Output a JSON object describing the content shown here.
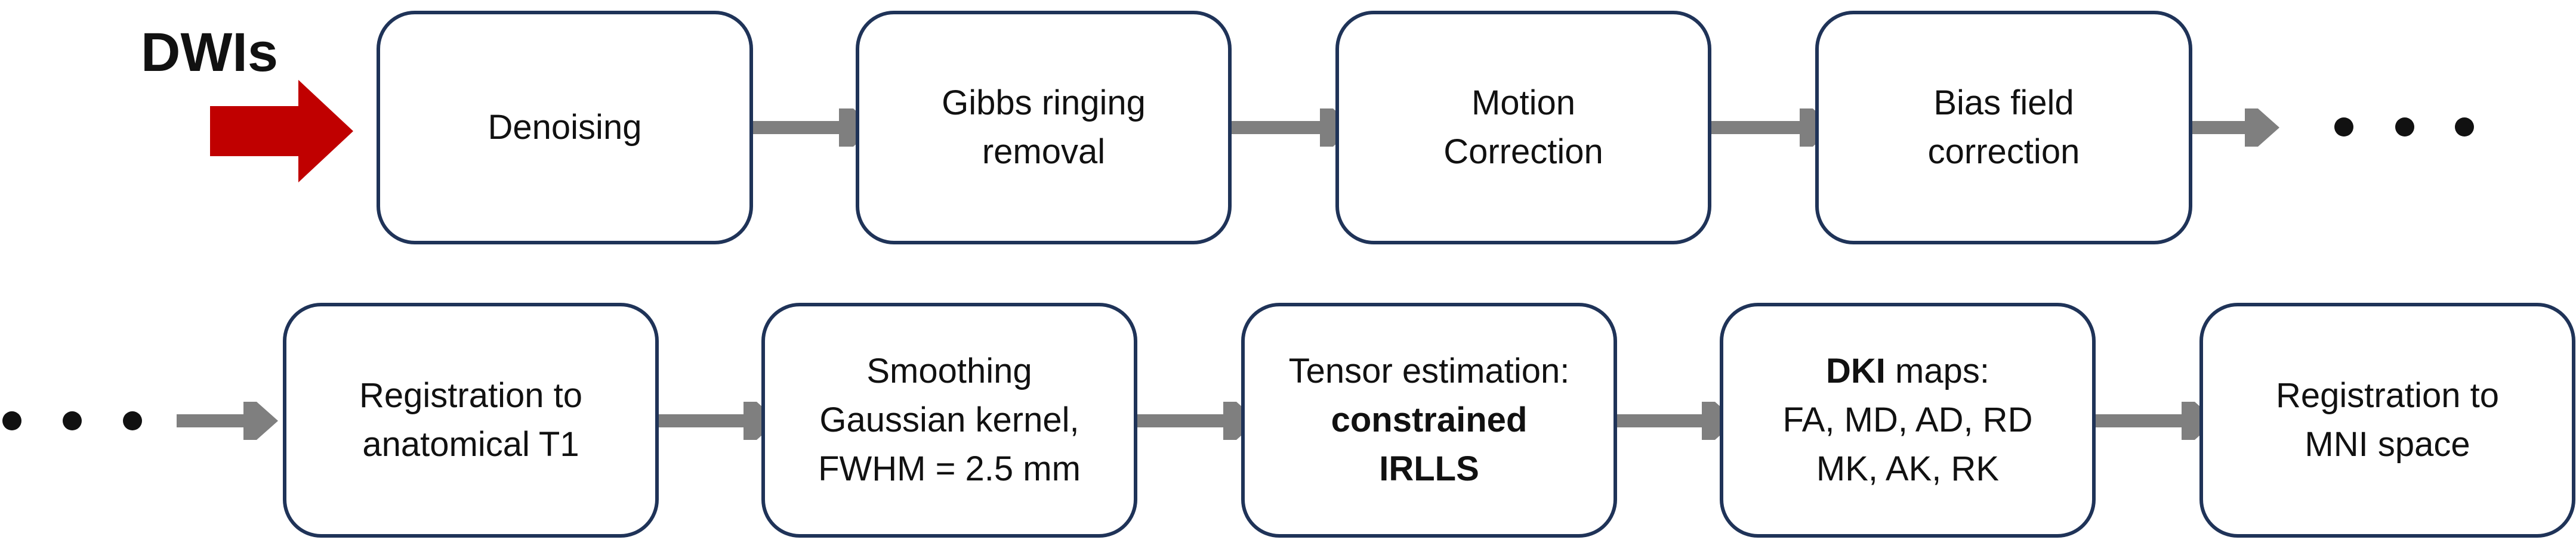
{
  "title": "DWIs",
  "colors": {
    "box_border": "#1f3358",
    "arrow": "#7f7f7f",
    "input_arrow": "#c00000",
    "dots": "#111111"
  },
  "row1": {
    "denoising": {
      "lines": [
        "Denoising"
      ]
    },
    "gibbs": {
      "lines": [
        "Gibbs ringing",
        "removal"
      ]
    },
    "motion": {
      "lines": [
        "Motion",
        "Correction"
      ]
    },
    "bias": {
      "lines": [
        "Bias field",
        "correction"
      ]
    }
  },
  "row2": {
    "registration_t1": {
      "lines": [
        "Registration to",
        "anatomical T1"
      ]
    },
    "smoothing": {
      "lines": [
        "Smoothing",
        "Gaussian kernel,",
        "FWHM = 2.5 mm"
      ]
    },
    "tensor": {
      "line1": "Tensor estimation:",
      "line2": "constrained",
      "line3": "IRLLS"
    },
    "dki": {
      "bold": "DKI",
      "line1_rest": " maps:",
      "line2": "FA, MD, AD, RD",
      "line3": "MK, AK, RK"
    },
    "registration_mni": {
      "lines": [
        "Registration to",
        "MNI space"
      ]
    }
  }
}
